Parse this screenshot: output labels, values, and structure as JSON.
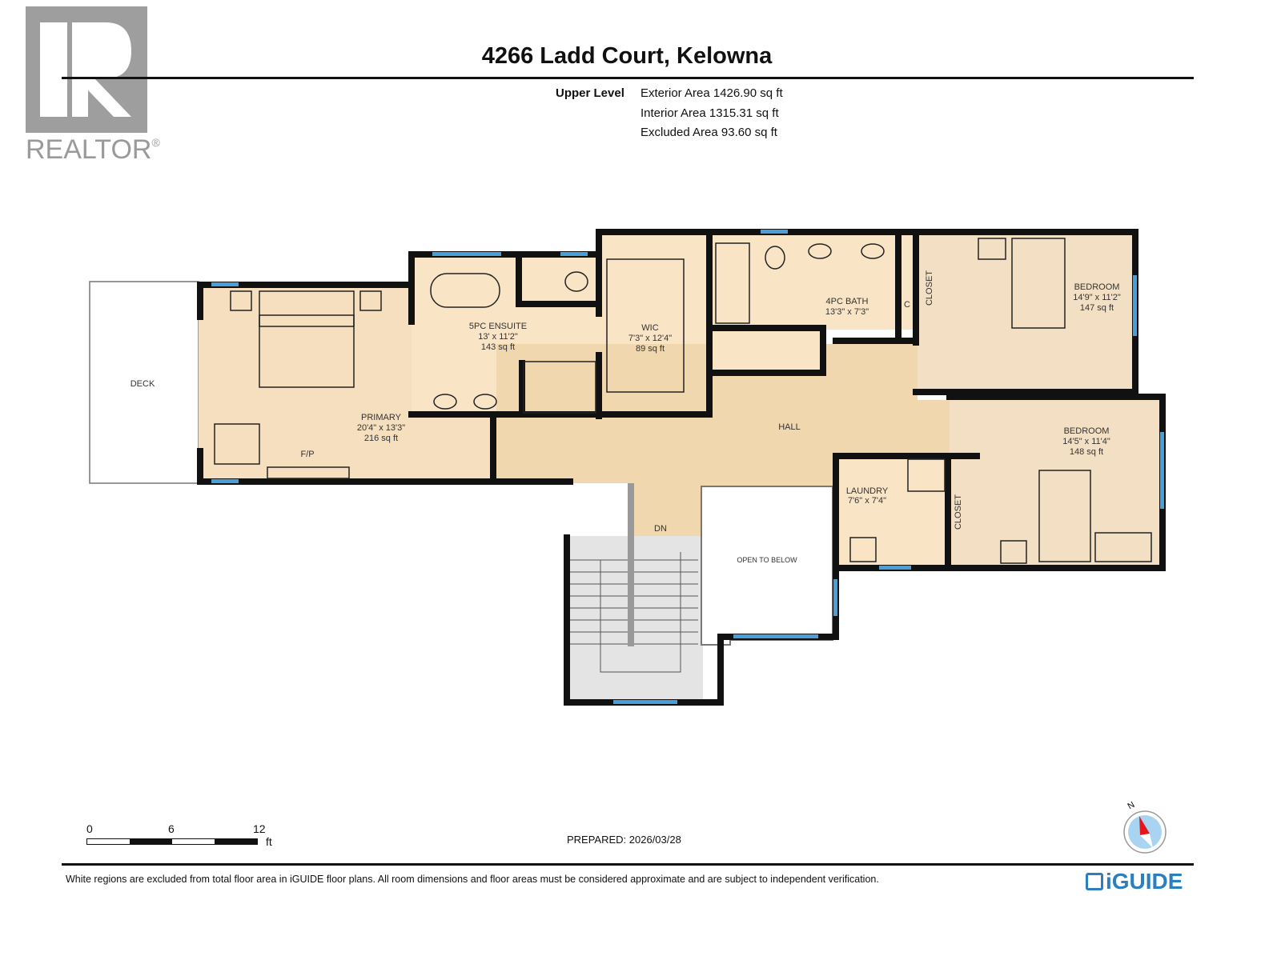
{
  "header": {
    "logo_text": "REALTOR",
    "logo_reg": "®",
    "title": "4266 Ladd Court, Kelowna",
    "level": "Upper Level",
    "exterior_area": "Exterior Area 1426.90 sq ft",
    "interior_area": "Interior Area 1315.31 sq ft",
    "excluded_area": "Excluded Area 93.60 sq ft"
  },
  "rooms": [
    {
      "name": "DECK",
      "dims": "",
      "area": ""
    },
    {
      "name": "PRIMARY",
      "dims": "20'4\" x 13'3\"",
      "area": "216 sq ft"
    },
    {
      "name": "5PC ENSUITE",
      "dims": "13' x 11'2\"",
      "area": "143 sq ft"
    },
    {
      "name": "WIC",
      "dims": "7'3\" x 12'4\"",
      "area": "89 sq ft"
    },
    {
      "name": "4PC BATH",
      "dims": "13'3\" x 7'3\"",
      "area": ""
    },
    {
      "name": "BEDROOM",
      "dims": "14'9\" x 11'2\"",
      "area": "147 sq ft"
    },
    {
      "name": "BEDROOM",
      "dims": "14'5\" x 11'4\"",
      "area": "148 sq ft"
    },
    {
      "name": "LAUNDRY",
      "dims": "7'6\" x 7'4\"",
      "area": ""
    },
    {
      "name": "HALL",
      "dims": "",
      "area": ""
    },
    {
      "name": "OPEN TO BELOW",
      "dims": "",
      "area": ""
    }
  ],
  "labels": {
    "fireplace": "F/P",
    "closet": "CLOSET",
    "closet_small": "C",
    "down": "DN"
  },
  "scale_bar": {
    "ticks": [
      "0",
      "6",
      "12"
    ],
    "unit": "ft"
  },
  "footer": {
    "prepared": "PREPARED: 2026/03/28",
    "compass_label": "N",
    "disclaimer": "White regions are excluded from total floor area in iGUIDE floor plans. All room dimensions and floor areas must be considered approximate and are subject to independent verification.",
    "brand": "iGUIDE"
  },
  "colors": {
    "floor": "#f6dfbf",
    "floor_alt": "#f3e0c4",
    "hall": "#f0d7ae",
    "wall": "#111111",
    "window": "#4a9fd8",
    "stairs": "#e4e4e4",
    "brand": "#2b7fbf"
  }
}
